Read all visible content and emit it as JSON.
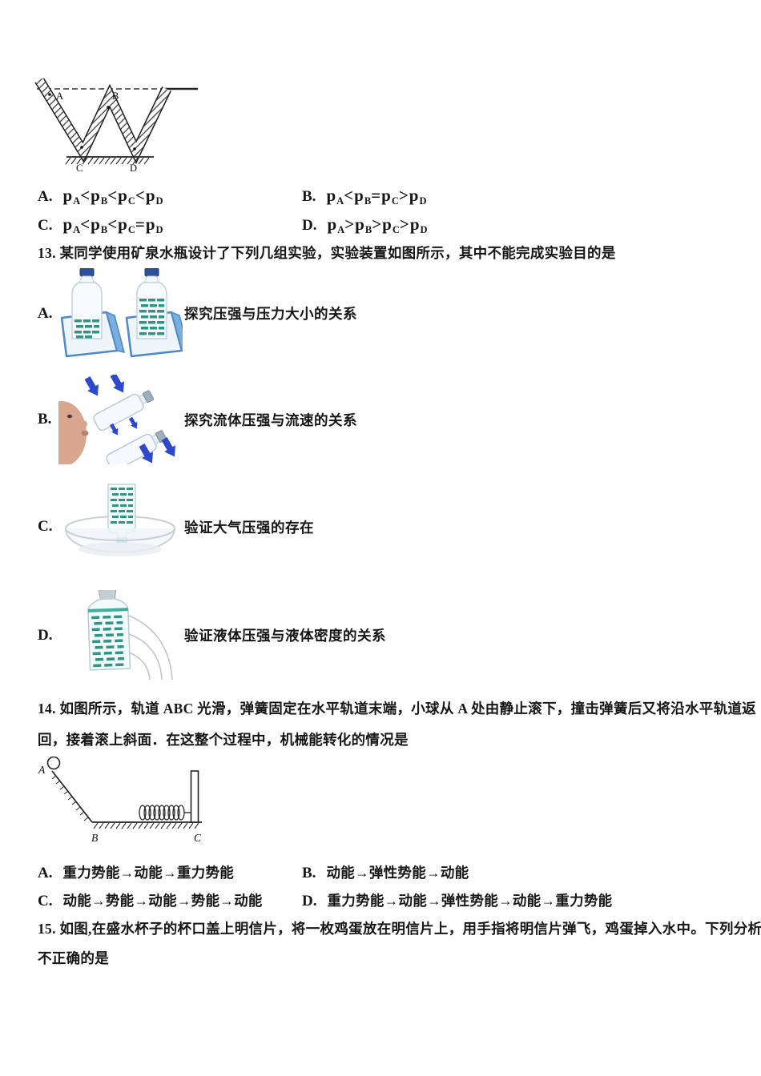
{
  "q12": {
    "figure": {
      "points": [
        "A",
        "B",
        "C",
        "D"
      ]
    },
    "options": [
      {
        "label": "A.",
        "formula": "p[A]<p[B]<p[C]<p[D]"
      },
      {
        "label": "B.",
        "formula": "p[A]<p[B]=p[C]>p[D]"
      },
      {
        "label": "C.",
        "formula": "p[A]<p[B]<p[C]=p[D]"
      },
      {
        "label": "D.",
        "formula": "p[A]>p[B]>p[C]>p[D]"
      }
    ]
  },
  "q13": {
    "stem": "13. 某同学使用矿泉水瓶设计了下列几组实验，实验装置如图所示，其中不能完成实验目的是",
    "options": [
      {
        "label": "A.",
        "desc": "探究压强与压力大小的关系",
        "icon": "two-bottles-on-sponges"
      },
      {
        "label": "B.",
        "desc": "探究流体压强与流速的关系",
        "icon": "blowing-between-bottles"
      },
      {
        "label": "C.",
        "desc": "验证大气压强的存在",
        "icon": "inverted-bottle-in-water-dish"
      },
      {
        "label": "D.",
        "desc": "验证液体压强与液体密度的关系",
        "icon": "bottle-with-water-jets"
      }
    ]
  },
  "q14": {
    "stem_line1": "14. 如图所示，轨道 ABC 光滑，弹簧固定在水平轨道末端，小球从 A 处由静止滚下，撞击弹簧后又将沿水平轨道返",
    "stem_line2": "回，接着滚上斜面．在这整个过程中，机械能转化的情况是",
    "figure": {
      "points": [
        "A",
        "B",
        "C"
      ]
    },
    "options": [
      {
        "label": "A.",
        "text": "重力势能→动能→重力势能"
      },
      {
        "label": "B.",
        "text": "动能→弹性势能→动能"
      },
      {
        "label": "C.",
        "text": "动能→势能→动能→势能→动能"
      },
      {
        "label": "D.",
        "text": "重力势能→动能→弹性势能→动能→重力势能"
      }
    ]
  },
  "q15": {
    "stem_line1": "15. 如图,在盛水杯子的杯口盖上明信片，将一枚鸡蛋放在明信片上，用手指将明信片弹飞，鸡蛋掉入水中。下列分析",
    "stem_line2": "不正确的是"
  },
  "colors": {
    "ink": "#161616",
    "teal_stripe": "#2f9488",
    "sponge_blue": "#4e88c8",
    "cap_navy": "#2c4f9c",
    "arrow_blue": "#2d49c9",
    "skin": "#d9a78f",
    "glass_gray": "#c9cfd2"
  }
}
